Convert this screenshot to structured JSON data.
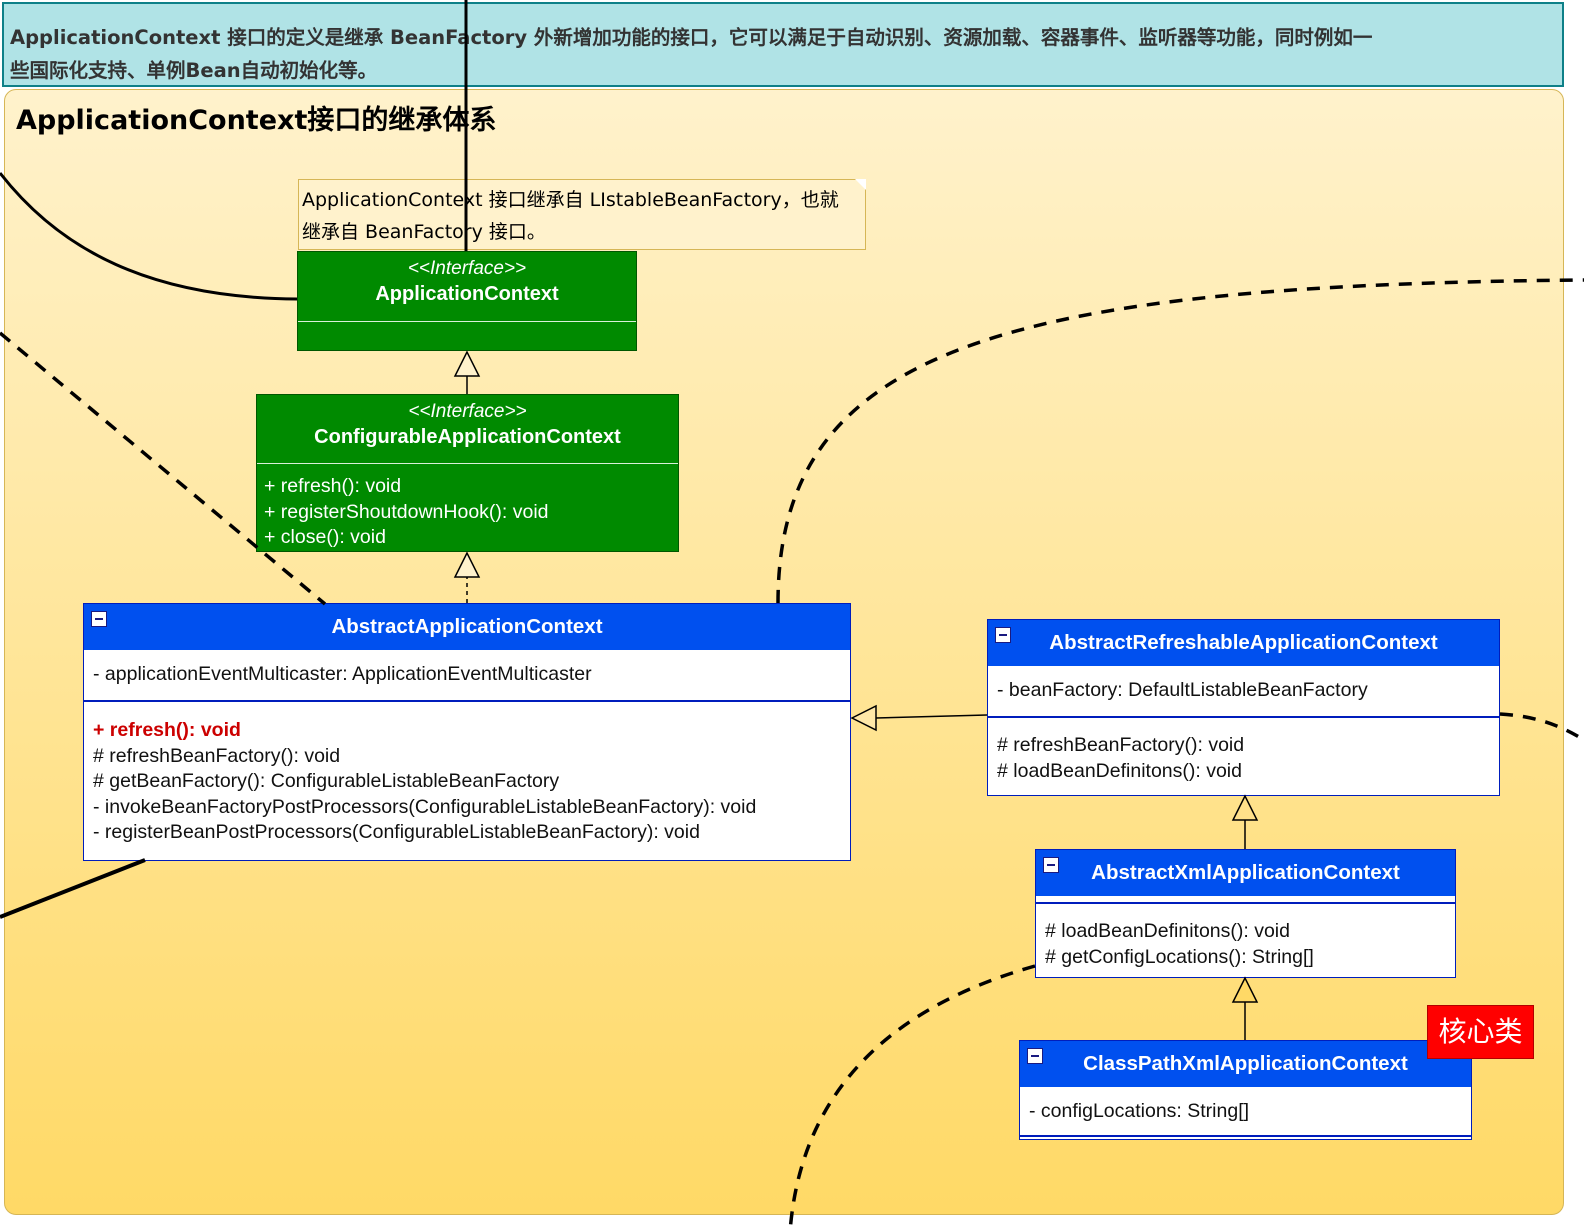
{
  "banner": {
    "text_line1": "ApplicationContext 接口的定义是继承 BeanFactory 外新增加功能的接口，它可以满足于自动识别、资源加载、容器事件、监听器等功能，同时例如一",
    "text_line2": "些国际化支持、单例Bean自动初始化等。"
  },
  "container": {
    "title": "ApplicationContext接口的继承体系"
  },
  "note": {
    "line1": "ApplicationContext 接口继承自 LIstableBeanFactory，也就",
    "line2": "继承自 BeanFactory 接口。"
  },
  "application_context": {
    "stereotype": "<<Interface>>",
    "name": "ApplicationContext"
  },
  "configurable_application_context": {
    "stereotype": "<<Interface>>",
    "name": "ConfigurableApplicationContext",
    "methods": [
      "+ refresh(): void",
      "+ registerShoutdownHook(): void",
      "+ close(): void"
    ]
  },
  "abstract_application_context": {
    "name": "AbstractApplicationContext",
    "fields": [
      "- applicationEventMulticaster: ApplicationEventMulticaster"
    ],
    "methods": [
      "+ refresh(): void",
      "# refreshBeanFactory(): void",
      "# getBeanFactory(): ConfigurableListableBeanFactory",
      "- invokeBeanFactoryPostProcessors(ConfigurableListableBeanFactory): void",
      "- registerBeanPostProcessors(ConfigurableListableBeanFactory): void"
    ]
  },
  "abstract_refreshable_application_context": {
    "name": "AbstractRefreshableApplicationContext",
    "fields": [
      "- beanFactory: DefaultListableBeanFactory"
    ],
    "methods": [
      "# refreshBeanFactory(): void",
      "# loadBeanDefinitons(): void"
    ]
  },
  "abstract_xml_application_context": {
    "name": "AbstractXmlApplicationContext",
    "methods": [
      "# loadBeanDefinitons(): void",
      "# getConfigLocations(): String[]"
    ]
  },
  "class_path_xml_application_context": {
    "name": "ClassPathXmlApplicationContext",
    "fields": [
      "- configLocations: String[]"
    ]
  },
  "core_badge": {
    "label": "核心类"
  },
  "colors": {
    "interface_fill": "#008a00",
    "class_header": "#0050ef",
    "banner_fill": "#b0e3e6",
    "container_gradient_top": "#fff2cc",
    "container_gradient_bottom": "#ffd966",
    "highlight_method": "#cc0000",
    "badge_fill": "#ff0000"
  }
}
